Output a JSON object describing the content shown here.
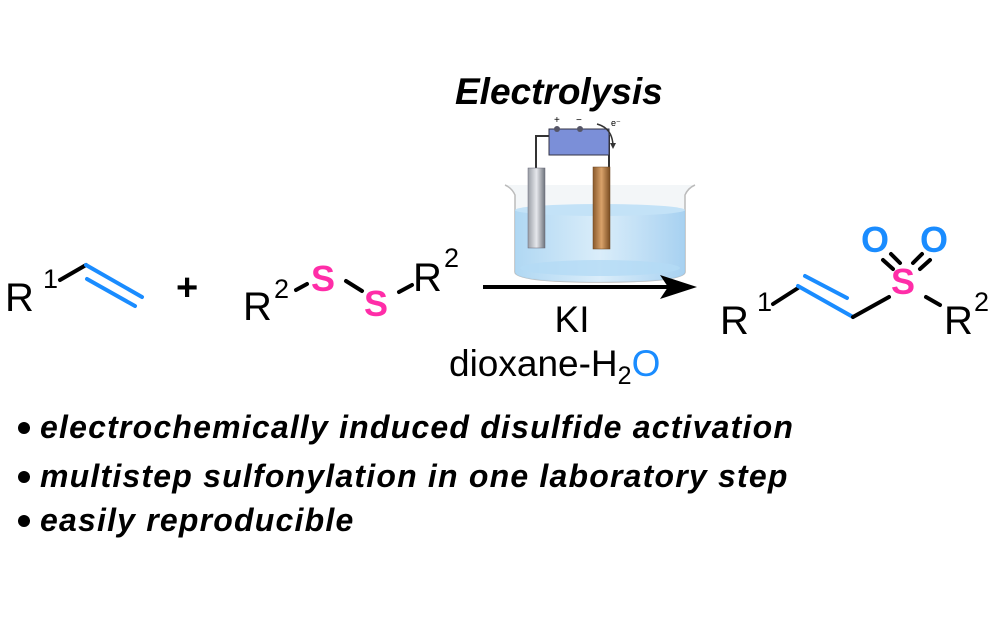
{
  "title": "Electrolysis",
  "reactant1": {
    "group": "R",
    "index": "1"
  },
  "plus": "+",
  "reactant2": {
    "left_group": "R",
    "left_index": "2",
    "atom1": "S",
    "atom2": "S",
    "right_group": "R",
    "right_index": "2"
  },
  "conditions": {
    "reagent": "KI",
    "solvent_prefix": "dioxane-H",
    "solvent_sub": "2",
    "solvent_suffix": "O",
    "battery_plus": "+",
    "battery_minus": "−",
    "electron": "e⁻"
  },
  "product": {
    "left_group": "R",
    "left_index": "1",
    "sulfur": "S",
    "oxygen1": "O",
    "oxygen2": "O",
    "right_group": "R",
    "right_index": "2"
  },
  "bullets": [
    "electrochemically induced disulfide activation",
    "multistep sulfonylation in one laboratory step",
    "easily reproducible"
  ],
  "colors": {
    "sulfur": "#ff2da8",
    "oxygen": "#1a8cff",
    "double_bond": "#1a8cff"
  }
}
